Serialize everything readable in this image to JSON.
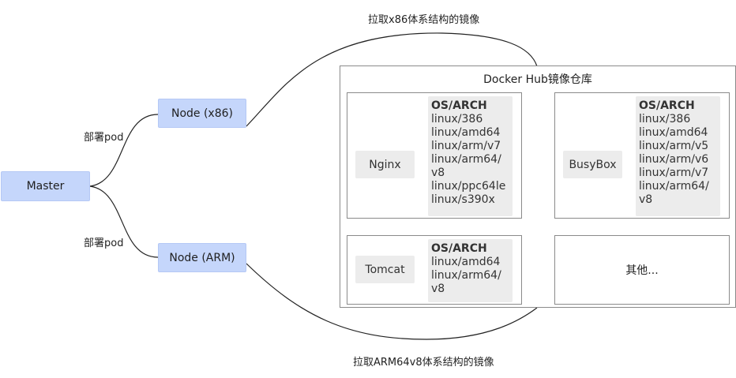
{
  "top_caption": "拉取x86体系结构的镜像",
  "bottom_caption": "拉取ARM64v8体系结构的镜像",
  "master_label": "Master",
  "node_x86_label": "Node (x86)",
  "node_arm_label": "Node (ARM)",
  "deploy_label_top": "部署pod",
  "deploy_label_bottom": "部署pod",
  "hub_title": "Docker Hub镜像仓库",
  "nginx": {
    "name": "Nginx",
    "header": "OS/ARCH",
    "arches": [
      "linux/386",
      "linux/amd64",
      "linux/arm/v7",
      "linux/arm64/",
      "v8",
      "linux/ppc64le",
      "linux/s390x"
    ]
  },
  "busybox": {
    "name": "BusyBox",
    "header": "OS/ARCH",
    "arches": [
      "linux/386",
      "linux/amd64",
      "linux/arm/v5",
      "linux/arm/v6",
      "linux/arm/v7",
      "linux/arm64/",
      "v8"
    ]
  },
  "tomcat": {
    "name": "Tomcat",
    "header": "OS/ARCH",
    "arches": [
      "linux/amd64",
      "linux/arm64/",
      "v8"
    ]
  },
  "other_label": "其他...",
  "colors": {
    "node_fill": "#c5d6fb",
    "chip_fill": "#ececec",
    "line": "#222222",
    "border": "#8a8a8a"
  }
}
